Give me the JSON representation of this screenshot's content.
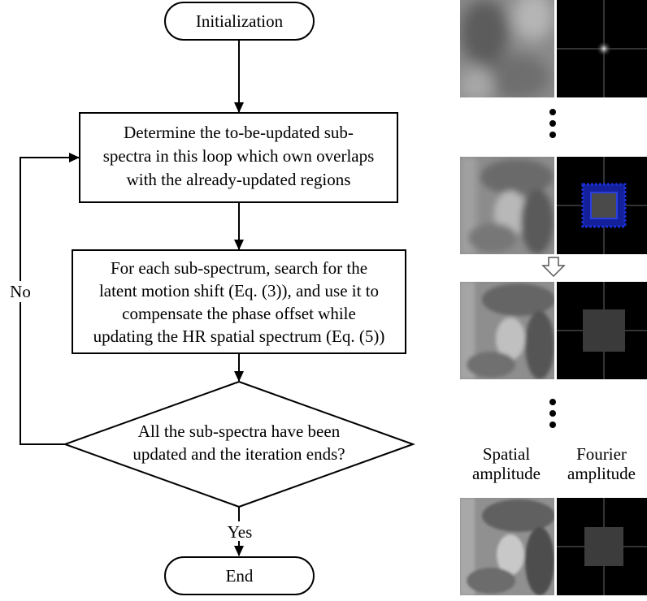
{
  "flowchart": {
    "start": "Initialization",
    "step1": [
      "Determine the to-be-updated sub-",
      "spectra in this loop which own overlaps",
      "with the already-updated regions"
    ],
    "step2": [
      "For each sub-spectrum, search for the",
      "latent motion shift (Eq. (3)), and use it to",
      "compensate the phase offset while",
      "updating the HR spatial spectrum (Eq. (5))"
    ],
    "decision": [
      "All the sub-spectra have been",
      "updated and the iteration ends?"
    ],
    "no_label": "No",
    "yes_label": "Yes",
    "end": "End"
  },
  "panel": {
    "spatial_label": [
      "Spatial",
      "amplitude"
    ],
    "fourier_label": [
      "Fourier",
      "amplitude"
    ]
  },
  "colors": {
    "line": "#000000",
    "highlight": "#1a2fd6"
  }
}
